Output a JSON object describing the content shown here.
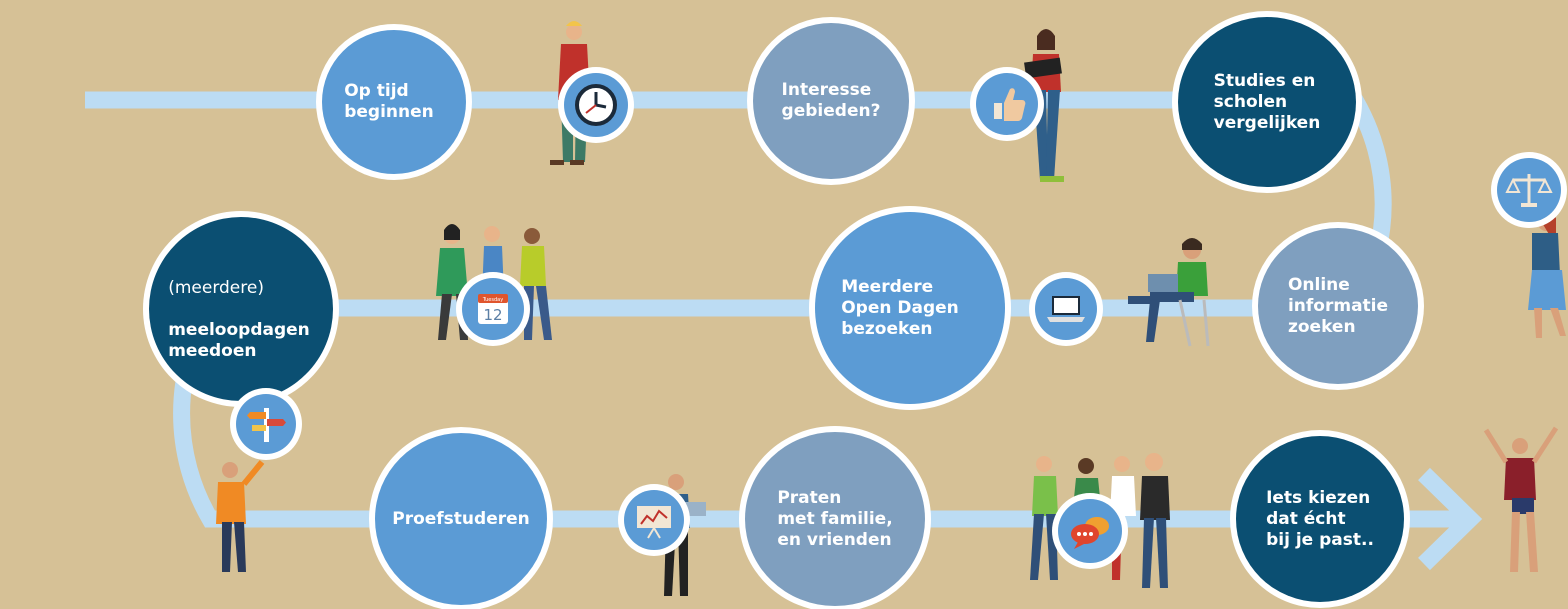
{
  "colors": {
    "background": "#d6c196",
    "path": "#bcdcf3",
    "light_blue": "#5b9bd5",
    "grey_blue": "#7f9fbf",
    "dark_blue": "#0b4f72",
    "white": "#ffffff"
  },
  "steps": [
    {
      "id": "op-tijd",
      "text": "Op tijd\nbeginnen",
      "color": "light_blue"
    },
    {
      "id": "interesse",
      "text": "Interesse\ngebieden?",
      "color": "grey_blue"
    },
    {
      "id": "studies",
      "text": "Studies  en\nscholen\nvergelijken",
      "color": "dark_blue"
    },
    {
      "id": "online",
      "text": "Online\ninformatie\nzoeken",
      "color": "grey_blue"
    },
    {
      "id": "open-dagen",
      "text": "Meerdere\nOpen Dagen\nbezoeken",
      "color": "light_blue"
    },
    {
      "id": "meeloop",
      "text_prefix": "(meerdere)",
      "text": "meeloopdagen\nmeedoen",
      "color": "dark_blue"
    },
    {
      "id": "proef",
      "text": "Proefstuderen",
      "color": "light_blue"
    },
    {
      "id": "praten",
      "text": "Praten\nmet familie,\nen vrienden",
      "color": "grey_blue"
    },
    {
      "id": "kiezen",
      "text": "Iets kiezen\ndat  écht\nbij je past..",
      "color": "dark_blue"
    }
  ],
  "icons": [
    {
      "id": "clock",
      "name": "clock-icon"
    },
    {
      "id": "thumb",
      "name": "thumbs-up-icon"
    },
    {
      "id": "scale",
      "name": "scale-icon"
    },
    {
      "id": "laptop",
      "name": "laptop-icon"
    },
    {
      "id": "calendar",
      "name": "calendar-icon",
      "label": "Tuesday",
      "day": "12"
    },
    {
      "id": "signpost",
      "name": "signpost-icon"
    },
    {
      "id": "presentation",
      "name": "presentation-icon"
    },
    {
      "id": "chat",
      "name": "chat-bubbles-icon"
    }
  ]
}
